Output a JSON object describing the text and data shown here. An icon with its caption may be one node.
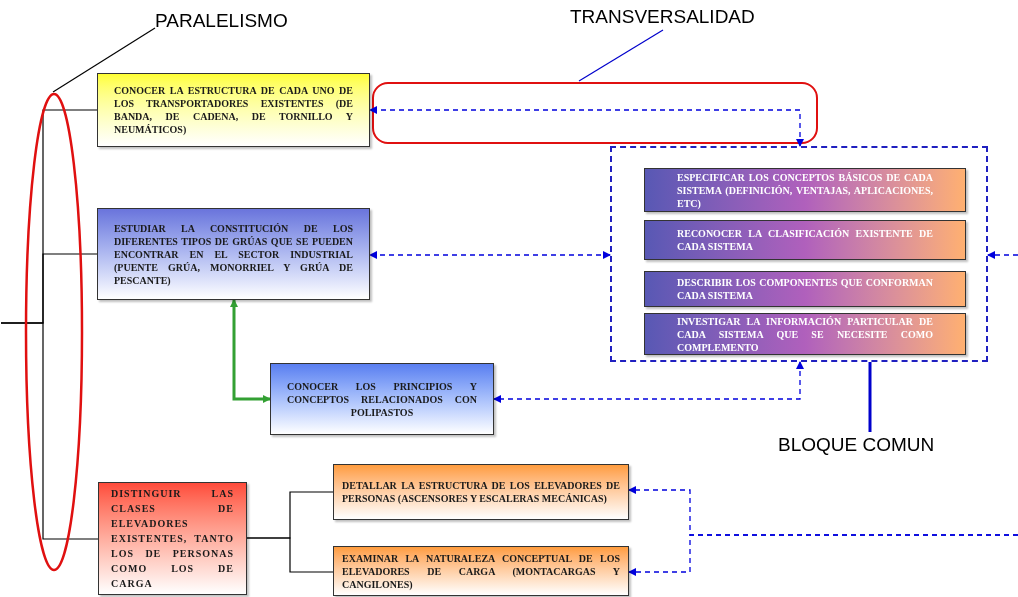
{
  "diagram": {
    "nodes": [
      {
        "text": [
          "PARALELISMO"
        ]
      },
      {
        "text": [],
        "shape": "ellipse"
      },
      {
        "text": [
          "TRANSVERSALIDAD"
        ]
      },
      {
        "text": [
          "CONOCER LA ESTRUCTURA DE CADA UNO DE LOS TRANSPORTADORES EXISTENTES (DE BANDA, DE CADENA, DE TORNILLO Y NEUMÁTICOS)"
        ]
      },
      {
        "text": [
          "ESTUDIAR LA CONSTITUCIÓN DE LOS DIFERENTES TIPOS DE GRÚAS QUE SE PUEDEN ENCONTRAR EN EL SECTOR INDUSTRIAL (PUENTE GRÚA, MONORRIEL Y GRÚA DE PESCANTE)"
        ]
      },
      {
        "text": [
          "CONOCER LOS PRINCIPIOS Y CONCEPTOS RELACIONADOS CON POLIPASTOS"
        ]
      },
      {
        "text": [
          "DISTINGUIR LAS CLASES DE ELEVADORES EXISTENTES, TANTO LOS DE PERSONAS COMO LOS DE CARGA"
        ]
      },
      {
        "text": [
          "DETALLAR LA ESTRUCTURA DE LOS ELEVADORES DE PERSONAS (ASCENSORES Y ESCALERAS MECÁNICAS)"
        ]
      },
      {
        "text": [
          "EXAMINAR LA NATURALEZA CONCEPTUAL DE LOS ELEVADORES DE CARGA (MONTACARGAS Y CANGILONES)"
        ]
      },
      {
        "text": [],
        "shape": "box"
      },
      {
        "text": [
          "ESPECIFICAR LOS CONCEPTOS BÁSICOS DE CADA SISTEMA (DEFINICIÓN, VENTAJAS, APLICACIONES, ETC)"
        ],
        "in": 9
      },
      {
        "text": [
          "RECONOCER LA CLASIFICACIÓN EXISTENTE DE CADA SISTEMA"
        ],
        "in": 9
      },
      {
        "text": [
          "DESCRIBIR LOS COMPONENTES QUE CONFORMAN CADA SISTEMA"
        ],
        "in": 9
      },
      {
        "text": [
          "INVESTIGAR LA INFORMACIÓN PARTICULAR DE CADA SISTEMA QUE SE NECESITE COMO COMPLEMENTO"
        ],
        "in": 9
      },
      {
        "text": [
          "BLOQUE COMUN"
        ]
      }
    ],
    "edges": [
      {
        "from": 0,
        "to": 1,
        "arrow": "none",
        "color": "#000000"
      },
      {
        "from": 2,
        "to": null,
        "arrow": "none",
        "color": "#0000cc"
      },
      {
        "from": 14,
        "to": 9,
        "arrow": "none",
        "color": "#0000cc",
        "style": "thick"
      },
      {
        "from": null,
        "to": 3,
        "arrow": "none",
        "color": "#000000"
      },
      {
        "from": null,
        "to": 4,
        "arrow": "none",
        "color": "#000000"
      },
      {
        "from": null,
        "to": 6,
        "arrow": "none",
        "color": "#000000"
      },
      {
        "from": 6,
        "to": 7,
        "arrow": "none",
        "color": "#000000"
      },
      {
        "from": 6,
        "to": 8,
        "arrow": "none",
        "color": "#000000"
      },
      {
        "from": 4,
        "to": 5,
        "arrow": "both",
        "color": "#33a033",
        "style": "thick"
      },
      {
        "from": 9,
        "to": 3,
        "arrow": "both",
        "style": "dashed",
        "color": "#0000dd"
      },
      {
        "from": 9,
        "to": 4,
        "arrow": "both",
        "style": "dashed",
        "color": "#0000dd"
      },
      {
        "from": 9,
        "to": 5,
        "arrow": "both",
        "style": "dashed",
        "color": "#0000dd"
      },
      {
        "from": null,
        "to": 9,
        "arrow": "to",
        "style": "dashed",
        "color": "#0000dd"
      },
      {
        "from": null,
        "to": 7,
        "arrow": "to",
        "style": "dashed",
        "color": "#0000dd"
      },
      {
        "from": null,
        "to": 8,
        "arrow": "to",
        "style": "dashed",
        "color": "#0000dd"
      }
    ]
  }
}
